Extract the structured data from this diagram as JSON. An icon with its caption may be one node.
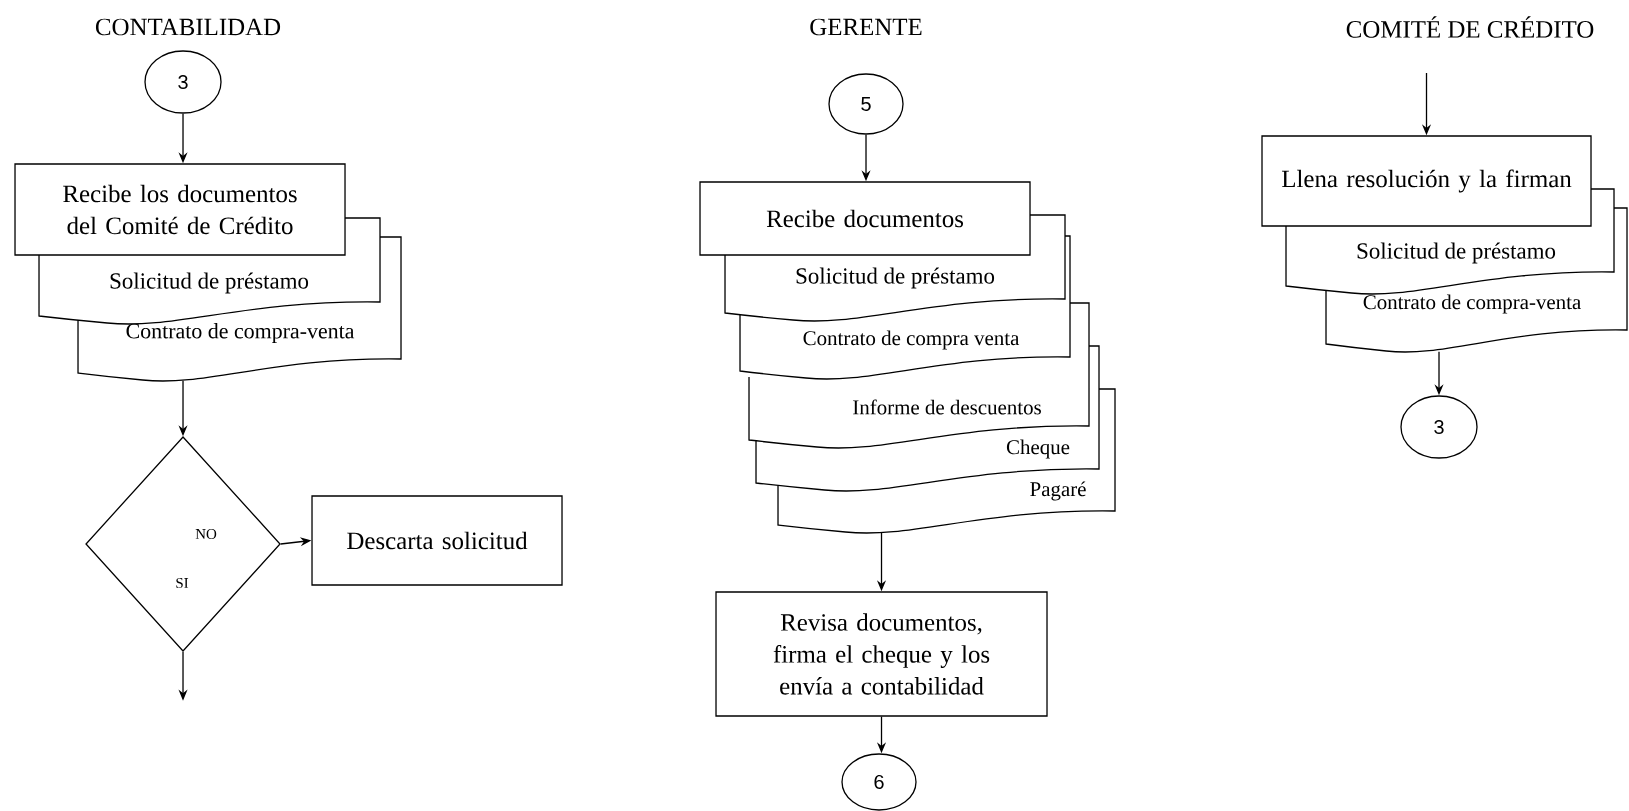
{
  "diagram": {
    "nodes": [
      {
        "text": [
          "3"
        ]
      },
      {
        "text": [
          "Recibe los documentos del Comité de Crédito"
        ]
      },
      {
        "text": [
          "Solicitud de préstamo"
        ]
      },
      {
        "text": [
          "Contrato de compra-venta"
        ]
      },
      {
        "text": [
          "NO",
          "SI"
        ]
      },
      {
        "text": [
          "Descarta solicitud"
        ]
      },
      {
        "text": [
          "5"
        ]
      },
      {
        "text": [
          "Recibe documentos"
        ]
      },
      {
        "text": [
          "Solicitud de préstamo"
        ]
      },
      {
        "text": [
          "Contrato de compra venta"
        ]
      },
      {
        "text": [
          "Informe de descuentos"
        ]
      },
      {
        "text": [
          "Cheque"
        ]
      },
      {
        "text": [
          "Pagaré"
        ]
      },
      {
        "text": [
          "Revisa documentos, firma el cheque y los envía a contabilidad"
        ]
      },
      {
        "text": [
          "6"
        ]
      },
      {
        "text": [
          "Llena resolución y la firman"
        ]
      },
      {
        "text": [
          "Solicitud de préstamo"
        ]
      },
      {
        "text": [
          "Contrato de compra-venta"
        ]
      },
      {
        "text": [
          "3"
        ]
      }
    ],
    "edges": [
      {
        "from": 0,
        "to": 1,
        "arrow": "to"
      },
      {
        "from": 3,
        "to": 4,
        "arrow": "to"
      },
      {
        "from": 4,
        "to": 5,
        "arrow": "to"
      },
      {
        "from": 4,
        "to": null,
        "arrow": "to"
      },
      {
        "from": 6,
        "to": 7,
        "arrow": "to"
      },
      {
        "from": 12,
        "to": 13,
        "arrow": "to"
      },
      {
        "from": 13,
        "to": 14,
        "arrow": "to"
      },
      {
        "from": null,
        "to": 15,
        "arrow": "to"
      },
      {
        "from": 17,
        "to": 18,
        "arrow": "to"
      }
    ],
    "labels": [
      "CONTABILIDAD",
      "GERENTE",
      "COMITÉ DE CRÉDITO"
    ]
  }
}
